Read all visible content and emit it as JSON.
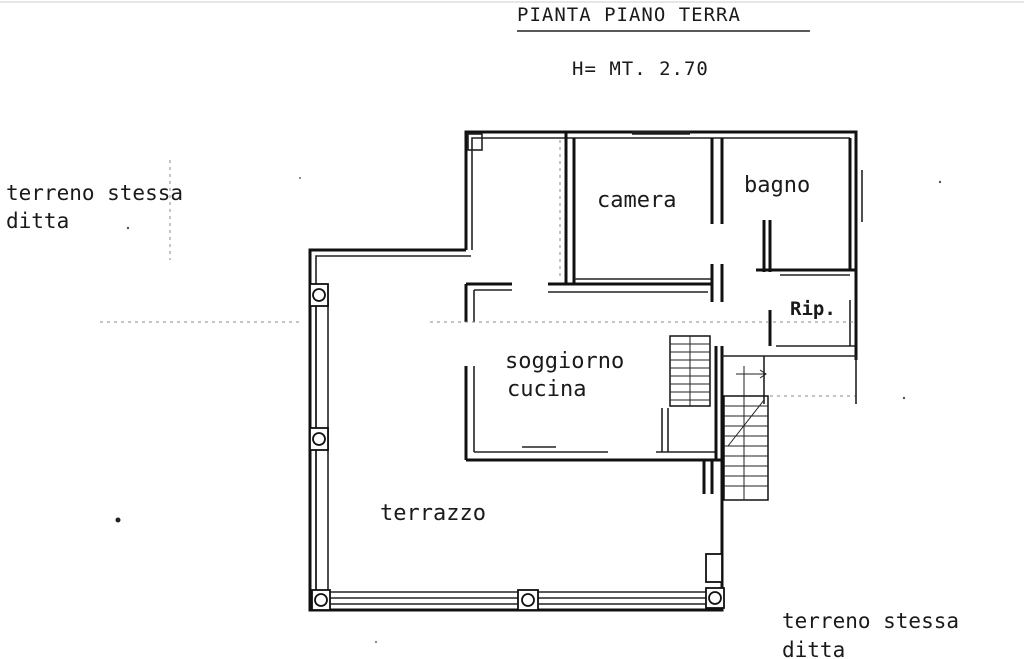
{
  "title": "PIANTA PIANO TERRA",
  "height_label": "H= MT. 2.70",
  "rooms": {
    "camera": "camera",
    "bagno": "bagno",
    "ripostiglio": "Rip.",
    "soggiorno_line1": "soggiorno",
    "soggiorno_line2": "cucina",
    "terrazzo": "terrazzo"
  },
  "land_left": {
    "line1": "terreno stessa",
    "line2": "ditta"
  },
  "land_right": {
    "line1": "terreno stessa",
    "line2": "ditta"
  }
}
